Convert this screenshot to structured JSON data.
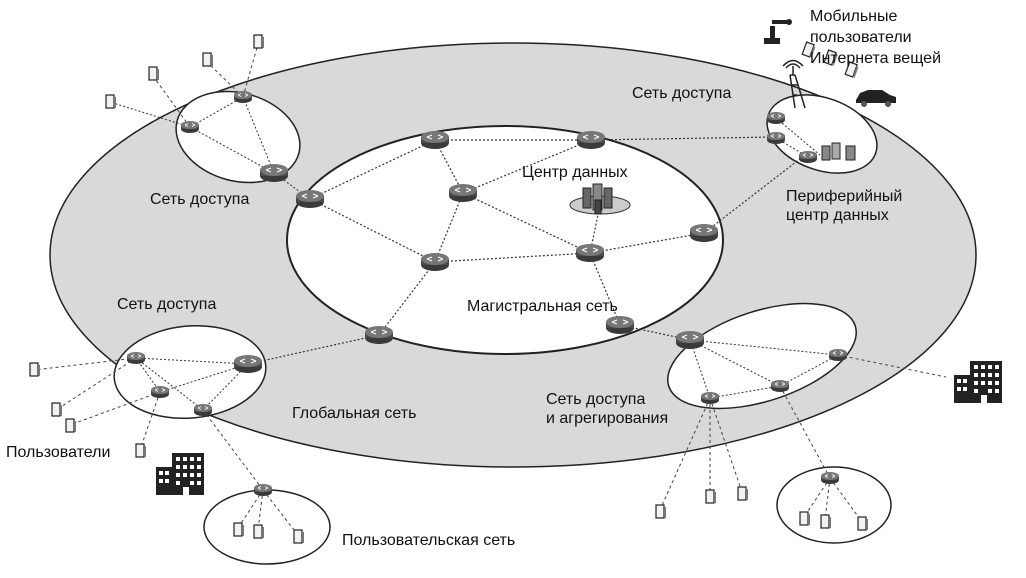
{
  "labels": {
    "mobile_users": "Мобильные\nпользователи\nИнтернета вещей",
    "access_net_top_left": "Сеть доступа",
    "access_net_top_right": "Сеть доступа",
    "access_net_left": "Сеть доступа",
    "data_center": "Центр данных",
    "edge_data_center": "Периферийный\nцентр данных",
    "backbone": "Магистральная  сеть",
    "global_net": "Глобальная сеть",
    "access_aggregation": "Сеть доступа\nи агрегирования",
    "users": "Пользователи",
    "user_network": "Пользовательская сеть"
  },
  "colors": {
    "global_fill": "#d9d9d9",
    "backbone_fill": "#ffffff",
    "router_fill": "#555555",
    "line": "#333333",
    "building": "#222222"
  }
}
